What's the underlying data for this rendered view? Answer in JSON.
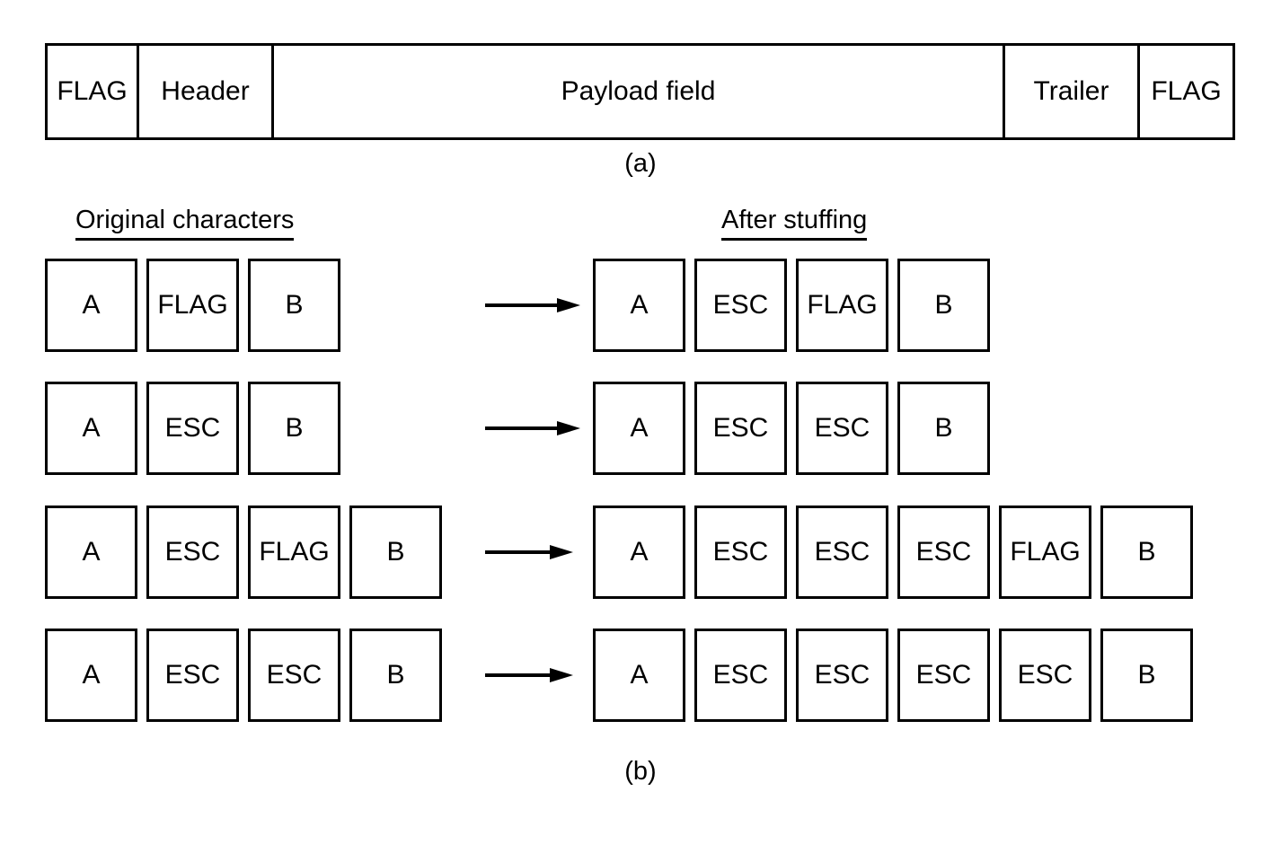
{
  "frame": {
    "cells": [
      {
        "label": "FLAG",
        "name": "frame-cell-flag-start"
      },
      {
        "label": "Header",
        "name": "frame-cell-header"
      },
      {
        "label": "Payload field",
        "name": "frame-cell-payload"
      },
      {
        "label": "Trailer",
        "name": "frame-cell-trailer"
      },
      {
        "label": "FLAG",
        "name": "frame-cell-flag-end"
      }
    ]
  },
  "captions": {
    "a": "(a)",
    "b": "(b)"
  },
  "headings": {
    "original": "Original characters",
    "stuffed": "After stuffing"
  },
  "rows": [
    {
      "original": [
        "A",
        "FLAG",
        "B"
      ],
      "stuffed": [
        "A",
        "ESC",
        "FLAG",
        "B"
      ]
    },
    {
      "original": [
        "A",
        "ESC",
        "B"
      ],
      "stuffed": [
        "A",
        "ESC",
        "ESC",
        "B"
      ]
    },
    {
      "original": [
        "A",
        "ESC",
        "FLAG",
        "B"
      ],
      "stuffed": [
        "A",
        "ESC",
        "ESC",
        "ESC",
        "FLAG",
        "B"
      ]
    },
    {
      "original": [
        "A",
        "ESC",
        "ESC",
        "B"
      ],
      "stuffed": [
        "A",
        "ESC",
        "ESC",
        "ESC",
        "ESC",
        "B"
      ]
    }
  ],
  "colors": {
    "stroke": "#000000",
    "background": "#ffffff"
  }
}
